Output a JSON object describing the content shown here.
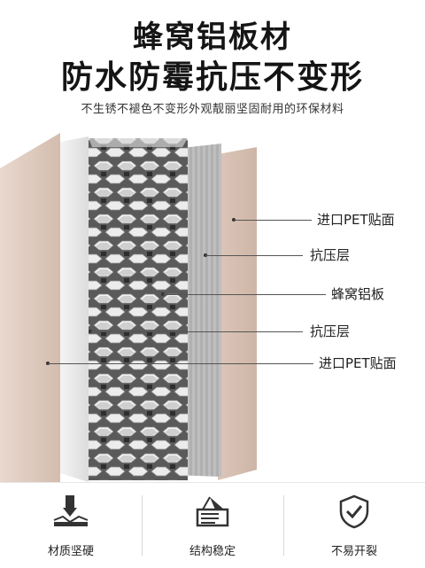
{
  "title_line1": "蜂窝铝板材",
  "title_line2": "防水防霉抗压不变形",
  "subtitle": "不生锈不褪色不变形外观靓丽坚固耐用的环保材料",
  "callouts": [
    {
      "label": "进口PET贴面"
    },
    {
      "label": "抗压层"
    },
    {
      "label": "蜂窝铝板"
    },
    {
      "label": "抗压层"
    },
    {
      "label": "进口PET贴面"
    }
  ],
  "features": [
    {
      "label": "材质坚硬",
      "icon": "hardness-icon"
    },
    {
      "label": "结构稳定",
      "icon": "structure-icon"
    },
    {
      "label": "不易开裂",
      "icon": "shield-check-icon"
    }
  ],
  "colors": {
    "pet_face": "#d9c4b8",
    "aluminum": "#b8b8b8",
    "text": "#151515"
  }
}
